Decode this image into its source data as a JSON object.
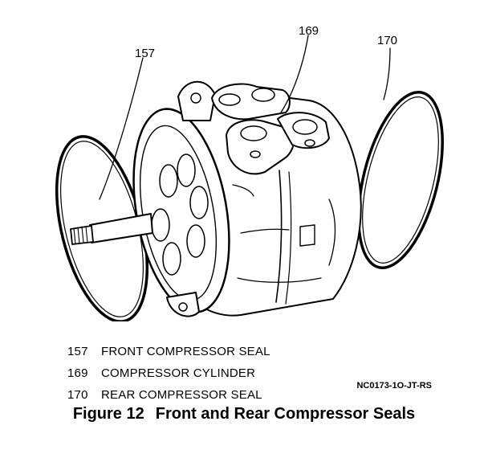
{
  "callouts": {
    "front_seal": "157",
    "cylinder": "169",
    "rear_seal": "170"
  },
  "legend": [
    {
      "number": "157",
      "label": "FRONT COMPRESSOR SEAL"
    },
    {
      "number": "169",
      "label": "COMPRESSOR CYLINDER"
    },
    {
      "number": "170",
      "label": "REAR COMPRESSOR SEAL"
    }
  ],
  "reference_code": "NC0173-1O-JT-RS",
  "caption": {
    "figure_number": "Figure 12",
    "title": "Front and Rear Compressor Seals"
  },
  "colors": {
    "ink": "#000000",
    "paper": "#ffffff"
  }
}
